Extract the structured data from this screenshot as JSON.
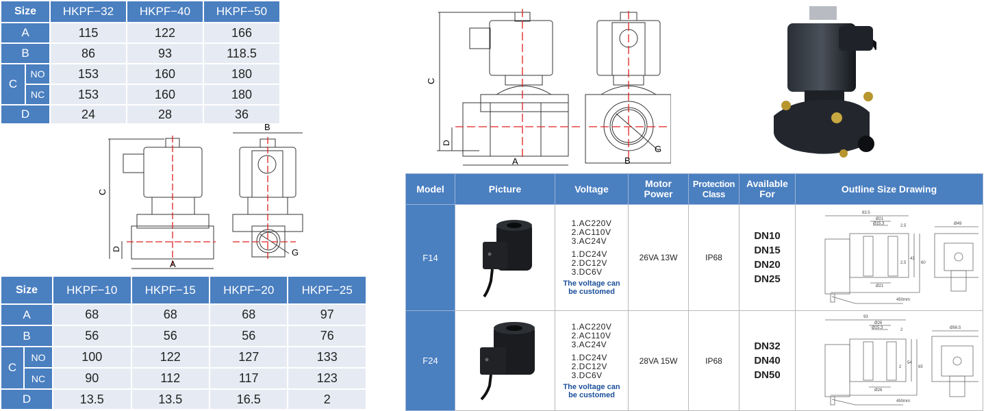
{
  "large_size_table": {
    "header": [
      "Size",
      "HKPF−32",
      "HKPF−40",
      "HKPF−50"
    ],
    "rows": {
      "A": [
        "115",
        "122",
        "166"
      ],
      "B": [
        "86",
        "93",
        "118.5"
      ],
      "C_NO": [
        "153",
        "160",
        "180"
      ],
      "C_NC": [
        "153",
        "160",
        "180"
      ],
      "D": [
        "24",
        "28",
        "36"
      ]
    },
    "labels": {
      "A": "A",
      "B": "B",
      "C": "C",
      "NO": "NO",
      "NC": "NC",
      "D": "D"
    }
  },
  "small_size_table": {
    "header": [
      "Size",
      "HKPF−10",
      "HKPF−15",
      "HKPF−20",
      "HKPF−25"
    ],
    "rows": {
      "A": [
        "68",
        "68",
        "68",
        "97"
      ],
      "B": [
        "56",
        "56",
        "56",
        "76"
      ],
      "C_NO": [
        "100",
        "122",
        "127",
        "133"
      ],
      "C_NC": [
        "90",
        "112",
        "117",
        "123"
      ],
      "D": [
        "13.5",
        "13.5",
        "16.5",
        "2"
      ]
    },
    "labels": {
      "A": "A",
      "B": "B",
      "C": "C",
      "NO": "NO",
      "NC": "NC",
      "D": "D"
    }
  },
  "drawing_labels": {
    "A": "A",
    "B": "B",
    "C": "C",
    "D": "D",
    "G": "G"
  },
  "coil_table": {
    "headers": {
      "model": "Model",
      "picture": "Picture",
      "voltage": "Voltage",
      "motor_power_1": "Motor",
      "motor_power_2": "Power",
      "protection_1": "Protection",
      "protection_2": "Class",
      "available_1": "Available",
      "available_2": "For",
      "outline": "Outline  Size Drawing"
    },
    "rows": [
      {
        "model": "F14",
        "ac": [
          "1.AC220V",
          "2.AC110V",
          "3.AC24V"
        ],
        "dc": [
          "1.DC24V",
          "2.DC12V",
          "3.DC6V"
        ],
        "custom_1": "The voltage can",
        "custom_2": "be customed",
        "power": "26VA 13W",
        "protection": "IP68",
        "available": [
          "DN10",
          "DN15",
          "DN20",
          "DN25"
        ],
        "drawing": {
          "width": "83.5",
          "outer_d": "Ø21",
          "inner_d": "Ø15.3",
          "gap": "2.5",
          "h1": "43",
          "h2": "60",
          "mid": "2.5",
          "bottom_d": "Ø21",
          "side_d": "Ø49",
          "cable": "450mm"
        }
      },
      {
        "model": "F24",
        "ac": [
          "1.AC220V",
          "2.AC110V",
          "3.AC24V"
        ],
        "dc": [
          "1.DC24V",
          "2.DC12V",
          "3.DC6V"
        ],
        "custom_1": "The voltage can",
        "custom_2": "be customed",
        "power": "28VA 15W",
        "protection": "IP68",
        "available": [
          "DN32",
          "DN40",
          "DN50"
        ],
        "drawing": {
          "width": "93",
          "outer_d": "Ø26",
          "inner_d": "Ø15.3",
          "gap": "2",
          "h1": "54",
          "h2": "65",
          "mid": "2",
          "bottom_d": "Ø26",
          "side_d": "Ø56.5",
          "cable": "450mm"
        }
      }
    ]
  }
}
